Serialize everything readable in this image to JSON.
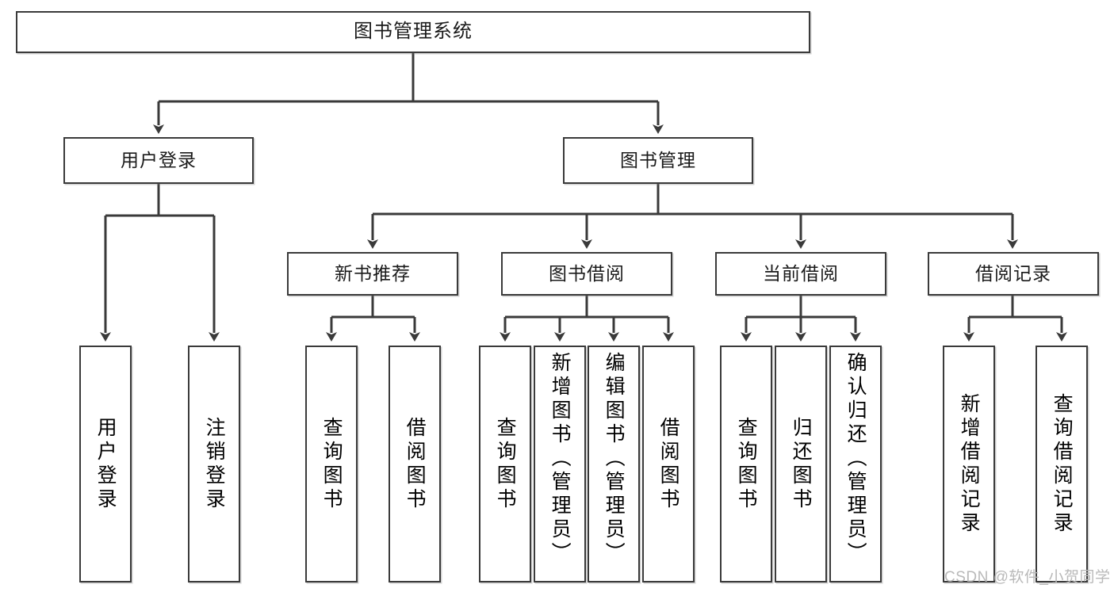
{
  "diagram": {
    "title": "图书管理系统",
    "watermark": "CSDN @软件_小贺同学",
    "levels": {
      "root": {
        "label": "图书管理系统"
      },
      "level2": [
        {
          "label": "用户登录"
        },
        {
          "label": "图书管理"
        }
      ],
      "level3": [
        {
          "label": "新书推荐"
        },
        {
          "label": "图书借阅"
        },
        {
          "label": "当前借阅"
        },
        {
          "label": "借阅记录"
        }
      ],
      "leaves": {
        "user_login": [
          {
            "label": "用户登录"
          },
          {
            "label": "注销登录"
          }
        ],
        "new_book_recommend": [
          {
            "label": "查询图书"
          },
          {
            "label": "借阅图书"
          }
        ],
        "book_borrow": [
          {
            "label": "查询图书"
          },
          {
            "label": "新增图书（管理员）"
          },
          {
            "label": "编辑图书（管理员）"
          },
          {
            "label": "借阅图书"
          }
        ],
        "current_borrow": [
          {
            "label": "查询图书"
          },
          {
            "label": "归还图书"
          },
          {
            "label": "确认归还（管理员）"
          }
        ],
        "borrow_record": [
          {
            "label": "新增借阅记录"
          },
          {
            "label": "查询借阅记录"
          }
        ]
      }
    },
    "colors": {
      "stroke": "#3a3a3a",
      "text": "#1a1a1a",
      "background": "#ffffff",
      "watermark": "#b9b9b9"
    }
  }
}
